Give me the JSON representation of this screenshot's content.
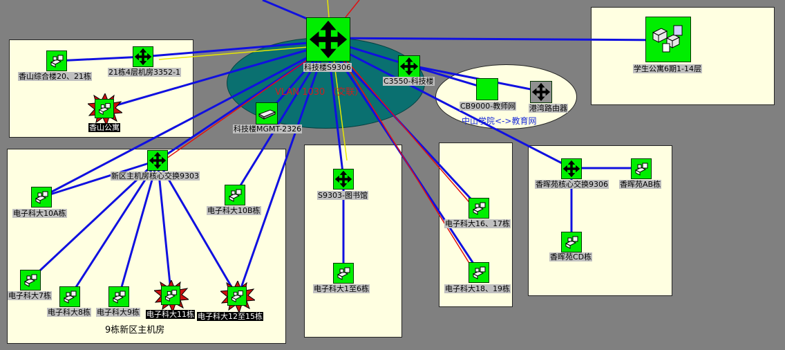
{
  "colors": {
    "background": "#808080",
    "panel": "#ffffe1",
    "node_ok": "#00ee00",
    "node_alarm": "#cc1010",
    "link_primary": "#1010e0",
    "link_red": "#e01010",
    "link_yellow": "#e8e800",
    "vlan_ellipse": "#0a7070"
  },
  "annotations": {
    "vlan_label": "VLAN 1030 （交联）",
    "edu_link_label": "中山学院<->教育网",
    "panel_new_area": "9栋新区主机房"
  },
  "nodes": {
    "core": {
      "label": "科技楼S9306",
      "icon": "router-switch-icon",
      "status": "ok"
    },
    "mgmt": {
      "label": "科技楼MGMT-2326",
      "icon": "switch-device-icon",
      "status": "ok"
    },
    "c3550": {
      "label": "C3550-科技楼",
      "icon": "router-switch-icon",
      "status": "ok"
    },
    "cb9000": {
      "label": "CB9000-教师网",
      "icon": "plain-node-icon",
      "status": "ok"
    },
    "gangwan": {
      "label": "港湾路由器",
      "icon": "router-switch-icon",
      "status": "unknown"
    },
    "student6": {
      "label": "学生公寓6期1-14层",
      "icon": "building-cluster-icon",
      "status": "ok"
    },
    "xs_complex": {
      "label": "香山综合楼20、21栋",
      "icon": "host-cluster-icon",
      "status": "ok"
    },
    "b21": {
      "label": "21栋4层机房3352-1",
      "icon": "router-switch-icon",
      "status": "ok"
    },
    "xs_apartment": {
      "label": "香山公寓",
      "icon": "host-cluster-icon",
      "status": "alarm"
    },
    "new_core": {
      "label": "新区主机房核心交换9303",
      "icon": "router-switch-icon",
      "status": "ok"
    },
    "d10a": {
      "label": "电子科大10A栋",
      "icon": "host-cluster-icon",
      "status": "ok"
    },
    "d10b": {
      "label": "电子科大10B栋",
      "icon": "host-cluster-icon",
      "status": "ok"
    },
    "d7": {
      "label": "电子科大7栋",
      "icon": "host-cluster-icon",
      "status": "ok"
    },
    "d8": {
      "label": "电子科大8栋",
      "icon": "host-cluster-icon",
      "status": "ok"
    },
    "d9": {
      "label": "电子科大9栋",
      "icon": "host-cluster-icon",
      "status": "ok"
    },
    "d11": {
      "label": "电子科大11栋",
      "icon": "host-cluster-icon",
      "status": "alarm"
    },
    "d12": {
      "label": "电子科大12至15栋",
      "icon": "host-cluster-icon",
      "status": "alarm"
    },
    "lib": {
      "label": "S9303-图书馆",
      "icon": "router-switch-icon",
      "status": "ok"
    },
    "d1_6": {
      "label": "电子科大1至6栋",
      "icon": "host-cluster-icon",
      "status": "ok"
    },
    "d16": {
      "label": "电子科大16、17栋",
      "icon": "host-cluster-icon",
      "status": "ok"
    },
    "d18": {
      "label": "电子科大18、19栋",
      "icon": "host-cluster-icon",
      "status": "ok"
    },
    "xh_core": {
      "label": "香晖苑核心交换9306",
      "icon": "router-switch-icon",
      "status": "ok"
    },
    "xh_ab": {
      "label": "香晖苑AB栋",
      "icon": "host-cluster-icon",
      "status": "ok"
    },
    "xh_cd": {
      "label": "香晖苑CD栋",
      "icon": "host-cluster-icon",
      "status": "ok"
    }
  }
}
